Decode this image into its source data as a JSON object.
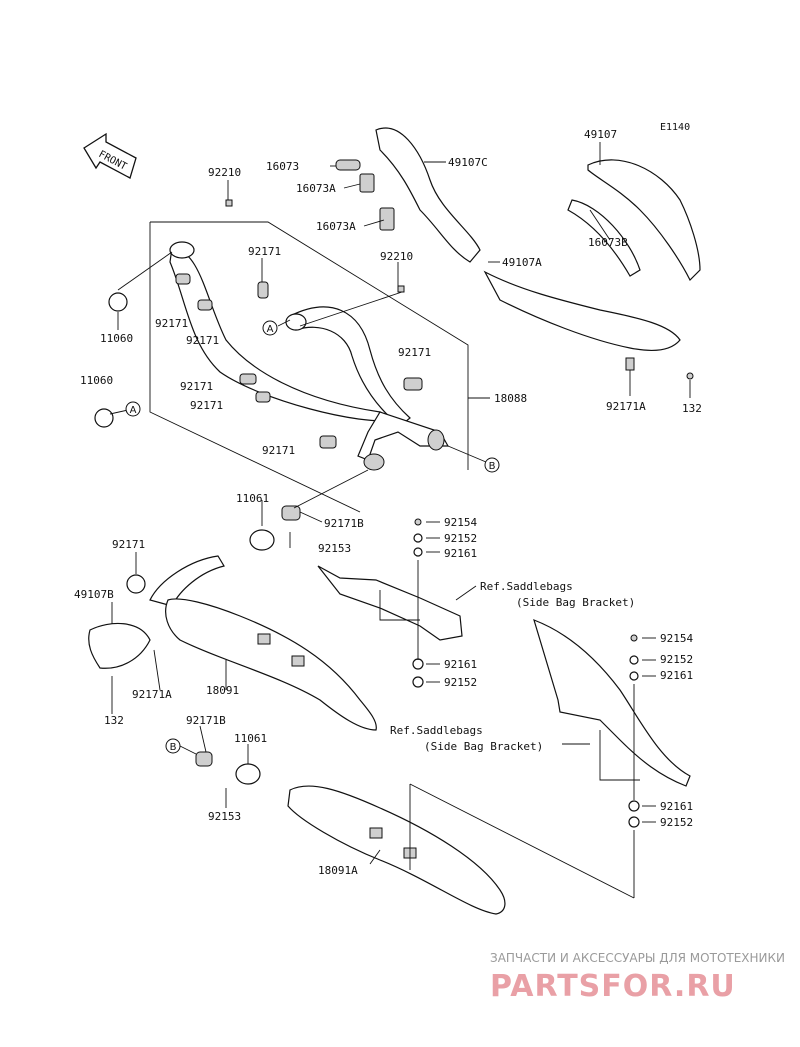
{
  "diagram_code": "E1140",
  "front_label": "FRONT",
  "parts": {
    "p92210_top": "92210",
    "p11060_a": "11060",
    "p92171_1": "92171",
    "p92171_2": "92171",
    "p92171_3": "92171",
    "p92171_4": "92171",
    "p92171_5": "92171",
    "p92171_6": "92171",
    "p92171_7": "92171",
    "p92210_mid": "92210",
    "p11060_b": "11060",
    "p18088": "18088",
    "p16073": "16073",
    "p16073a_1": "16073A",
    "p16073a_2": "16073A",
    "p49107c": "49107C",
    "p49107": "49107",
    "p16073b": "16073B",
    "p49107a": "49107A",
    "p92171a_r": "92171A",
    "p132_r": "132",
    "p11061_1": "11061",
    "p92171b_1": "92171B",
    "p92153_1": "92153",
    "p92171_8": "92171",
    "p49107b": "49107B",
    "p92171a_l": "92171A",
    "p132_l": "132",
    "p18091": "18091",
    "p92154_1": "92154",
    "p92152_1": "92152",
    "p92161_1": "92161",
    "p92161_2": "92161",
    "p92152_2": "92152",
    "p92154_2": "92154",
    "p92152_3": "92152",
    "p92161_3": "92161",
    "p92161_4": "92161",
    "p92152_4": "92152",
    "p92171b_2": "92171B",
    "p11061_2": "11061",
    "p92153_2": "92153",
    "p18091a": "18091A"
  },
  "refs": {
    "saddle1_l1": "Ref.Saddlebags",
    "saddle1_l2": "(Side Bag Bracket)",
    "saddle2_l1": "Ref.Saddlebags",
    "saddle2_l2": "(Side Bag Bracket)"
  },
  "callouts": {
    "a1": "A",
    "a2": "A",
    "b1": "B",
    "b2": "B"
  },
  "watermark": {
    "line1": "ЗАПЧАСТИ И АКСЕССУАРЫ ДЛЯ МОТОТЕХНИКИ",
    "line2": "PARTSFOR.RU"
  }
}
